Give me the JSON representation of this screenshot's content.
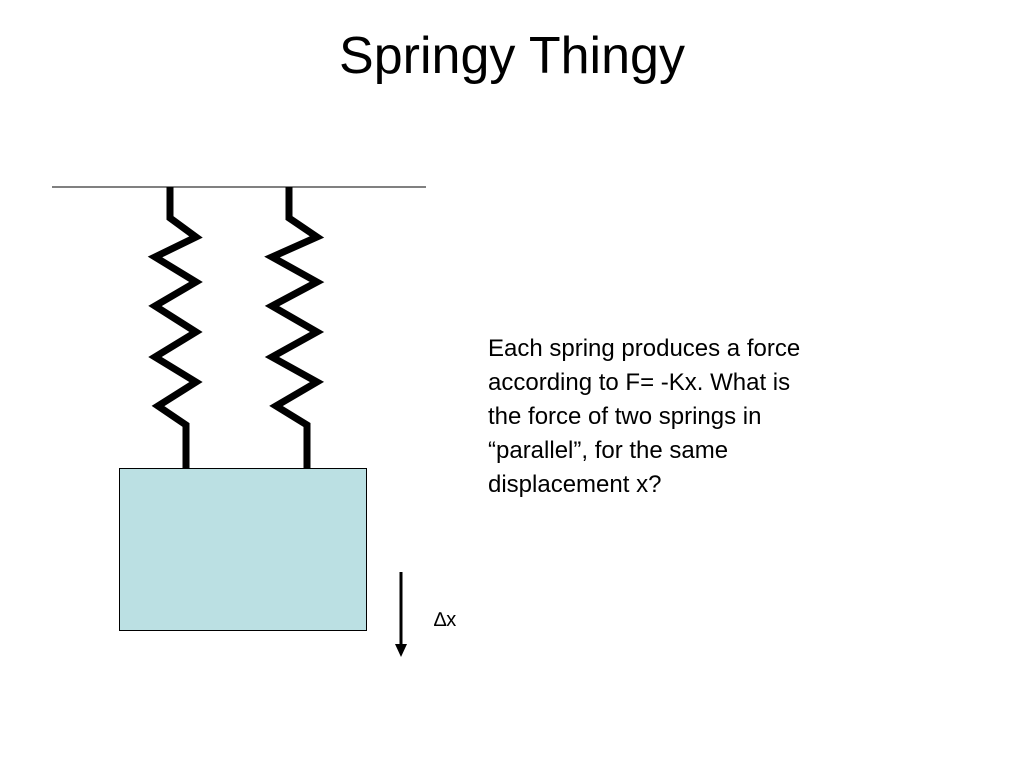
{
  "slide": {
    "title": "Springy Thingy",
    "body_lines": [
      "Each spring produces a force",
      "according to F= -Kx. What is",
      "the force of two springs in",
      "“parallel”, for the same",
      "displacement x?"
    ]
  },
  "diagram": {
    "displacement_label": "∆x",
    "mass_fill": "#bbe0e3",
    "spring_color": "#000000",
    "spring_count": 2
  }
}
